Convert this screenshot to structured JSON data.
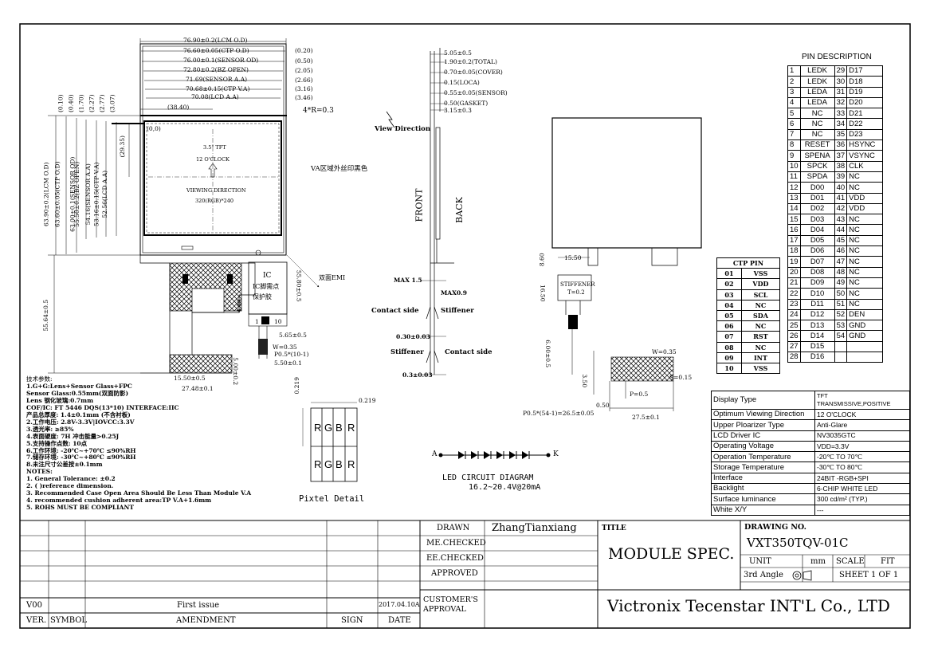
{
  "drawing": {
    "top_dims": [
      "76.90±0.2(LCM O.D)",
      "76.60±0.05(CTP O.D)",
      "76.00±0.1(SENSOR OD)",
      "72.80±0.2(BZ OPEN)",
      "71.69(SENSOR A.A)",
      "70.68±0.15(CTP V.A)",
      "70.08(LCD A.A)"
    ],
    "top_offsets": [
      "(0.20)",
      "(0.50)",
      "(2.05)",
      "(2.66)",
      "(3.16)",
      "(3.46)"
    ],
    "left_offset": "(38.40)",
    "radius": "4*R=0.3",
    "left_dims": [
      "63.90±0.2(LCM O.D)",
      "63.60±0.05(CTP O.D)",
      "63.00±0.1(SENSOR OD)",
      "55.50±0.2(BZ OPEN)",
      "54.16(SENSOR A.A)",
      "53.16±0.15(CTP V.A)",
      "52.56(LCD A.A)"
    ],
    "left_offsets": [
      "(0.10)",
      "(0.40)",
      "(1.70)",
      "(2.27)",
      "(2.77)",
      "(3.07)"
    ],
    "inner_offset": "(29.35)",
    "origin": "(0,0)",
    "lcd_type": "3.5\" TFT",
    "lcd_clock": "12 O'CLOCK",
    "lcd_view": "VIEWING DIRECTION",
    "lcd_res": "320(RGB)*240",
    "va_note": "VA区域外丝印黑色",
    "ic_label": "IC",
    "ic_note": [
      "IC脚需点",
      "保护胶"
    ],
    "emi_note": "双面EMI",
    "dim_5580": "55.80±0.5",
    "dim_400": "4.00",
    "dim_1": "1",
    "dim_10": "10",
    "dim_565": "5.65±0.5",
    "dim_w035": "W=0.35",
    "dim_p05": "P0.5*(10-1)",
    "dim_550": "5.50±0.1",
    "dim_5564": "55.64±0.5",
    "dim_1550": "15.50±0.5",
    "dim_2748": "27.48±0.1",
    "dim_500": "5.00±0.2",
    "side": {
      "dims": [
        "5.05±0.5",
        "1.90±0.2(TOTAL)",
        "0.70±0.05(COVER)",
        "0.15(LOCA)",
        "0.55±0.05(SENSOR)",
        "0.50(GASKET)",
        "3.15±0.3"
      ],
      "view_dir": "View Direction",
      "front": "FRONT",
      "back": "BACK",
      "max15": "MAX 1.5",
      "max09": "MAX0.9",
      "contact_side": "Contact side",
      "stiffener": "Stiffener",
      "d030": "0.30±0.03",
      "d03": "0.3±0.03"
    },
    "back": {
      "d860": "8.60",
      "d1550": "15.50",
      "d1650": "16.50",
      "stiff": "STIFFENER",
      "stiff_t": "T=0.2",
      "d600": "6.00±0.5",
      "d350": "3.50",
      "w035": "W=0.35",
      "s015": "S=0.15",
      "p05": "P=0.5",
      "d050": "0.50",
      "pitch": "P0.5*(54-1)=26.5±0.05",
      "d275": "27.5±0.1"
    },
    "pixel": {
      "d0219a": "0.219",
      "d0219b": "0.219",
      "cells": [
        "R",
        "G",
        "B",
        "R"
      ],
      "title": "Pixtel Detail"
    },
    "led": {
      "a": "A",
      "k": "K",
      "title": "LED CIRCUIT DIAGRAM",
      "spec": "16.2~20.4V@20mA"
    }
  },
  "notes_params": [
    "技术参数:",
    "1.G+G:Lens+Sensor Glass+FPC",
    "Sensor Glass:0.55mm(双面防影)",
    "Lens 钢化玻璃:0.7mm",
    "COF/IC:  FT 5446 DQS(13*10)  INTERFACE:IIC",
    "产品总厚度: 1.4±0.1mm (不含衬板)",
    "2.工作电压: 2.8V-3.3V|IOVCC:3.3V",
    "3.透光率: ≥85%",
    "4.表面硬度: 7H  冲击能量>0.25J",
    "5.支持操作点数: 10点",
    "6.工作环境: -20℃~+70℃  ≤90%RH",
    "7.储存环境: -30℃~+80℃  ≤90%RH",
    "8.未注尺寸公差按±0.1mm",
    "NOTES:",
    "1. General Tolerance: ±0.2",
    "2. (   )reference dimension.",
    "3. Recommended Case Open Area Should Be Less Than Module V.A",
    "4. recommended cushion adherent area:TP V.A+1.6mm",
    "5. ROHS   MUST BE COMPLIANT"
  ],
  "pin_description": {
    "title": "PIN DESCRIPTION",
    "rows": [
      [
        "1",
        "LEDK",
        "29",
        "D17"
      ],
      [
        "2",
        "LEDK",
        "30",
        "D18"
      ],
      [
        "3",
        "LEDA",
        "31",
        "D19"
      ],
      [
        "4",
        "LEDA",
        "32",
        "D20"
      ],
      [
        "5",
        "NC",
        "33",
        "D21"
      ],
      [
        "6",
        "NC",
        "34",
        "D22"
      ],
      [
        "7",
        "NC",
        "35",
        "D23"
      ],
      [
        "8",
        "RESET",
        "36",
        "HSYNC"
      ],
      [
        "9",
        "SPENA",
        "37",
        "VSYNC"
      ],
      [
        "10",
        "SPCK",
        "38",
        "CLK"
      ],
      [
        "11",
        "SPDA",
        "39",
        "NC"
      ],
      [
        "12",
        "D00",
        "40",
        "NC"
      ],
      [
        "13",
        "D01",
        "41",
        "VDD"
      ],
      [
        "14",
        "D02",
        "42",
        "VDD"
      ],
      [
        "15",
        "D03",
        "43",
        "NC"
      ],
      [
        "16",
        "D04",
        "44",
        "NC"
      ],
      [
        "17",
        "D05",
        "45",
        "NC"
      ],
      [
        "18",
        "D06",
        "46",
        "NC"
      ],
      [
        "19",
        "D07",
        "47",
        "NC"
      ],
      [
        "20",
        "D08",
        "48",
        "NC"
      ],
      [
        "21",
        "D09",
        "49",
        "NC"
      ],
      [
        "22",
        "D10",
        "50",
        "NC"
      ],
      [
        "23",
        "D11",
        "51",
        "NC"
      ],
      [
        "24",
        "D12",
        "52",
        "DEN"
      ],
      [
        "25",
        "D13",
        "53",
        "GND"
      ],
      [
        "26",
        "D14",
        "54",
        "GND"
      ],
      [
        "27",
        "D15",
        "",
        ""
      ],
      [
        "28",
        "D16",
        "",
        ""
      ]
    ]
  },
  "ctp_pin": {
    "title": "CTP PIN",
    "rows": [
      [
        "01",
        "VSS"
      ],
      [
        "02",
        "VDD"
      ],
      [
        "03",
        "SCL"
      ],
      [
        "04",
        "NC"
      ],
      [
        "05",
        "SDA"
      ],
      [
        "06",
        "NC"
      ],
      [
        "07",
        "RST"
      ],
      [
        "08",
        "NC"
      ],
      [
        "09",
        "INT"
      ],
      [
        "10",
        "VSS"
      ]
    ]
  },
  "spec": {
    "rows": [
      [
        "Display Type",
        "TFT\nTRANSMISSIVE,POSITIVE"
      ],
      [
        "Optimum Viewing Direction",
        "12 O'CLOCK"
      ],
      [
        "Upper Ploarizer Type",
        "Anti-Glare"
      ],
      [
        "LCD Driver IC",
        "NV3035GTC"
      ],
      [
        "Operating Voltage",
        "VDD=3.3V"
      ],
      [
        "Operation Temperature",
        "-20℃ TO 70℃"
      ],
      [
        "Storage Temperature",
        "-30℃ TO 80℃"
      ],
      [
        "Interface",
        "24BIT -RGB+SPI"
      ],
      [
        "Backlight",
        "6-CHIP WHITE LED"
      ],
      [
        "Surface luminance",
        "300 cd/m² (TYP.)"
      ],
      [
        "White X/Y",
        "---"
      ]
    ]
  },
  "title_block": {
    "revision": {
      "ver": "V00",
      "amendment": "First issue",
      "date": "2017.04.10A"
    },
    "headers": {
      "ver": "VER.",
      "symbol": "SYMBOL",
      "amendment": "AMENDMENT",
      "sign": "SIGN",
      "date": "DATE"
    },
    "drawn_label": "DRAWN",
    "drawn_value": "ZhangTianxiang",
    "me_checked": "ME.CHECKED",
    "ee_checked": "EE.CHECKED",
    "approved": "APPROVED",
    "customer_approval": "CUSTOMER'S APPROVAL",
    "title_label": "TITLE",
    "title_value": "MODULE SPEC.",
    "drawing_no_label": "DRAWING NO.",
    "drawing_no": "VXT350TQV-01C",
    "unit_label": "UNIT",
    "unit_value": "mm",
    "scale_label": "SCALE",
    "scale_value": "FIT",
    "angle_label": "3rd Angle",
    "sheet": "SHEET 1 OF 1",
    "company": "Victronix Tecenstar INT'L Co., LTD"
  }
}
